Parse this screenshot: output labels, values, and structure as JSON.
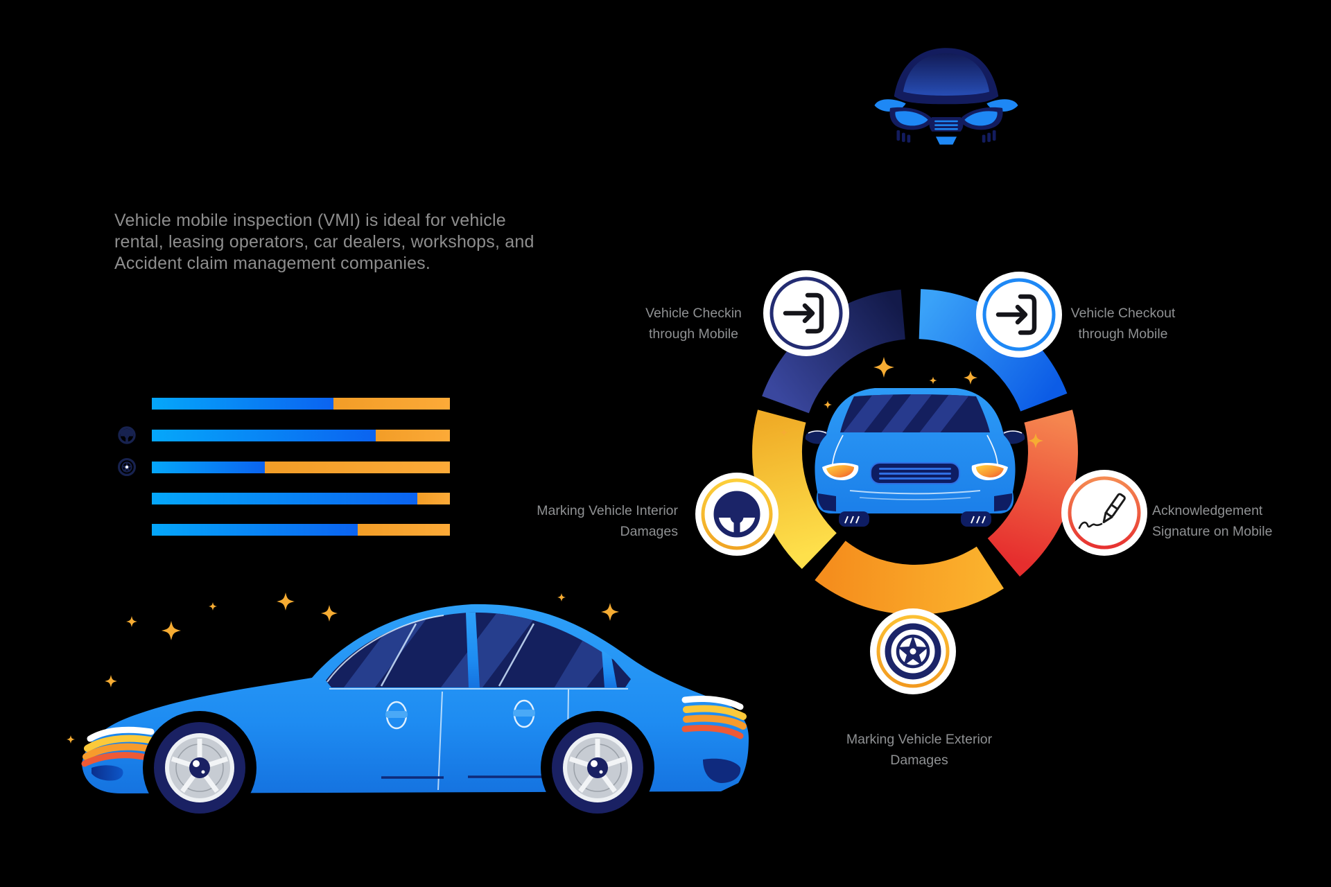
{
  "intro": {
    "lines": [
      "Vehicle mobile inspection (VMI) is ideal for vehicle",
      "rental, leasing operators, car dealers, workshops, and",
      "Accident claim management companies."
    ]
  },
  "logo": {
    "name": "car-front-logo"
  },
  "cycle": {
    "center_illustration": "blue-car-front",
    "steps": [
      {
        "label_lines": [
          "Vehicle Checkin",
          "through Mobile"
        ],
        "icon": "login-arrow",
        "accent": "#232c72",
        "segment_gradient": [
          "#3a479e",
          "#131a4a"
        ]
      },
      {
        "label_lines": [
          "Vehicle Checkout",
          "through Mobile"
        ],
        "icon": "login-arrow",
        "accent": "#1e88f5",
        "segment_gradient": [
          "#3aa2f8",
          "#0c5ce6"
        ]
      },
      {
        "label_lines": [
          "Acknowledgement",
          "Signature on Mobile"
        ],
        "icon": "signature-pen",
        "accent": "#ee5b43",
        "segment_gradient": [
          "#f5854f",
          "#e62e2e"
        ]
      },
      {
        "label_lines": [
          "Marking Vehicle Exterior",
          "Damages"
        ],
        "icon": "alloy-wheel",
        "accent": "#f7a125",
        "segment_gradient": [
          "#fbb22d",
          "#f58e1d"
        ]
      },
      {
        "label_lines": [
          "Marking Vehicle Interior",
          "Damages"
        ],
        "icon": "steering-wheel",
        "accent": "#f0b32b",
        "segment_gradient": [
          "#fee04b",
          "#f0ac27"
        ]
      }
    ]
  },
  "bar_chart": {
    "type": "bar",
    "note": "decorative stacked horizontal bars, blue vs orange share (%)",
    "rows": [
      {
        "icon": null,
        "blue_pct": 61,
        "orange_pct": 39
      },
      {
        "icon": "steering-wheel",
        "blue_pct": 75,
        "orange_pct": 25
      },
      {
        "icon": "alloy-wheel",
        "blue_pct": 38,
        "orange_pct": 62
      },
      {
        "icon": null,
        "blue_pct": 89,
        "orange_pct": 11
      },
      {
        "icon": null,
        "blue_pct": 69,
        "orange_pct": 31
      }
    ],
    "colors": {
      "blue_start": "#05a7fa",
      "blue_end": "#0b63f0",
      "orange_start": "#f29d27",
      "orange_end": "#fcaa38"
    }
  },
  "palette": {
    "background": "#000000",
    "body_blue": "#2196f3",
    "navy": "#131c5e",
    "gold_sparkle": "#f6ac33",
    "text_gray": "#8e8e8e"
  }
}
